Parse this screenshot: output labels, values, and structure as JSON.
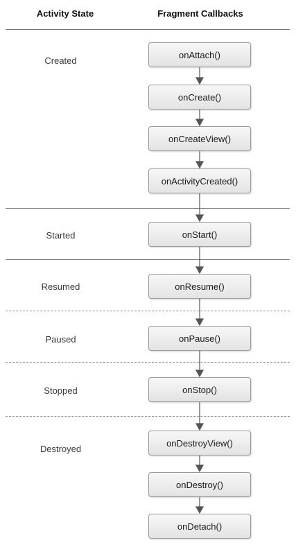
{
  "headers": {
    "activity_state": "Activity State",
    "fragment_callbacks": "Fragment Callbacks"
  },
  "states": [
    {
      "label": "Created"
    },
    {
      "label": "Started"
    },
    {
      "label": "Resumed"
    },
    {
      "label": "Paused"
    },
    {
      "label": "Stopped"
    },
    {
      "label": "Destroyed"
    }
  ],
  "callbacks": [
    {
      "label": "onAttach()"
    },
    {
      "label": "onCreate()"
    },
    {
      "label": "onCreateView()"
    },
    {
      "label": "onActivityCreated()"
    },
    {
      "label": "onStart()"
    },
    {
      "label": "onResume()"
    },
    {
      "label": "onPause()"
    },
    {
      "label": "onStop()"
    },
    {
      "label": "onDestroyView()"
    },
    {
      "label": "onDestroy()"
    },
    {
      "label": "onDetach()"
    }
  ],
  "colors": {
    "box_border": "#9a9a9a",
    "arrow": "#555555",
    "solid_divider": "#777777",
    "dashed_divider": "#888888"
  }
}
